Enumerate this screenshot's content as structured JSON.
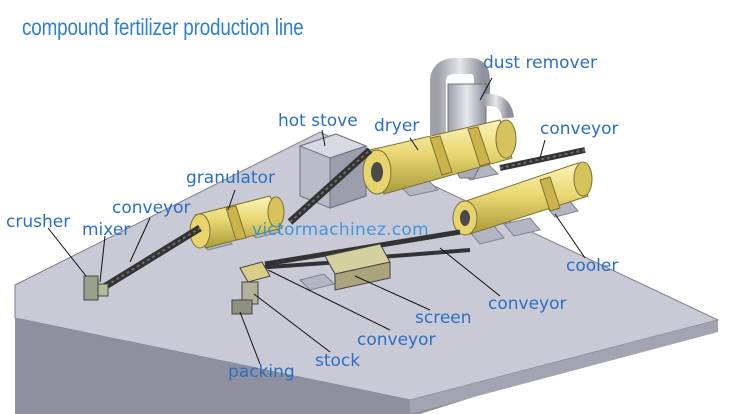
{
  "title": "compound fertilizer production line",
  "watermark": "victormachinez.com",
  "labels": {
    "dust_remover": "dust remover",
    "hot_stove": "hot stove",
    "dryer": "dryer",
    "conveyor_top_right": "conveyor",
    "granulator": "granulator",
    "conveyor_left": "conveyor",
    "crusher": "crusher",
    "mixer": "mixer",
    "cooler": "cooler",
    "conveyor_mid_right": "conveyor",
    "screen": "screen",
    "conveyor_bottom": "conveyor",
    "stock": "stock",
    "packing": "packing"
  },
  "colors": {
    "title": "#2f7fd0",
    "label": "#2b6fc2",
    "machine_yellow": "#e8d870",
    "platform": "#c9cad6",
    "conveyor": "#3a3a3a"
  }
}
